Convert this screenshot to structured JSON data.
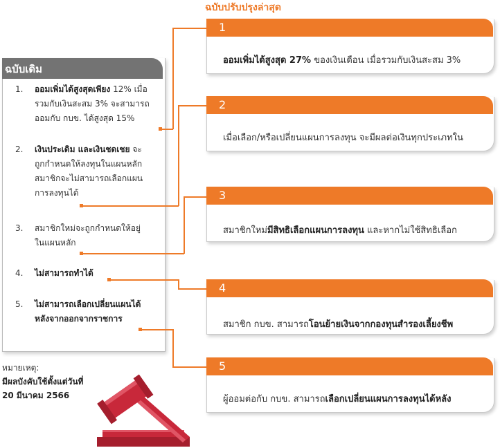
{
  "new_version": {
    "title": "ฉบับปรับปรุงล่าสุด",
    "cards": [
      {
        "number": "1",
        "bold": "ออมเพิ่มได้สูงสุด 27%",
        "rest": " ของเงินเดือน เมื่อรวมกับเงินสะสม 3%"
      },
      {
        "number": "2",
        "bold": "",
        "rest": "เมื่อเลือก/หรือเปลี่ยนแผนการลงทุน จะมีผลต่อเงินทุกประเภทใน"
      },
      {
        "number": "3",
        "pre": "สมาชิกใหม่",
        "bold": "มีสิทธิเลือกแผนการลงทุน",
        "rest": " และหากไม่ใช้สิทธิเลือก"
      },
      {
        "number": "4",
        "pre": "สมาชิก กบข. สามารถ",
        "bold": "โอนย้ายเงินจากกองทุนสำรองเลี้ยงชีพ",
        "rest": ""
      },
      {
        "number": "5",
        "pre": "ผู้ออมต่อกับ กบข. สามารถ",
        "bold": "เลือกเปลี่ยนแผนการลงทุนได้หลัง",
        "rest": ""
      }
    ]
  },
  "old_version": {
    "title": "ฉบับเดิม",
    "items": [
      {
        "number": "1.",
        "line1_bold": "ออมเพิ่มได้สูงสุดเพียง",
        "line1_rest": " 12% เมื่อ",
        "line2": "รวมกับเงินสะสม 3% จะสามารถ",
        "line3": "ออมกับ กบข. ได้สูงสุด 15%"
      },
      {
        "number": "2.",
        "line1_bold": "เงินประเดิม และเงินชดเชย",
        "line1_rest": " จะ",
        "line2": "ถูกกำหนดให้ลงทุนในแผนหลัก",
        "line3": "สมาชิกจะไม่สามารถเลือกแผน",
        "line4": "การลงทุนได้"
      },
      {
        "number": "3.",
        "line1": "สมาชิกใหม่จะถูกกำหนดให้อยู่",
        "line2": "ในแผนหลัก"
      },
      {
        "number": "4.",
        "line1_bold": "ไม่สามารถทำได้"
      },
      {
        "number": "5.",
        "line1_bold": "ไม่สามารถเลือกเปลี่ยนแผนได้",
        "line2_bold": "หลังจากออกจากราชการ"
      }
    ]
  },
  "note": {
    "label": "หมายเหตุ:",
    "line1": "มีผลบังคับใช้ตั้งแต่วันที่",
    "line2": "20 มีนาคม 2566"
  },
  "colors": {
    "accent": "#ee7a28",
    "header_gray": "#737373",
    "gavel_red": "#c8283a"
  },
  "icons": [
    "gavel-icon"
  ]
}
